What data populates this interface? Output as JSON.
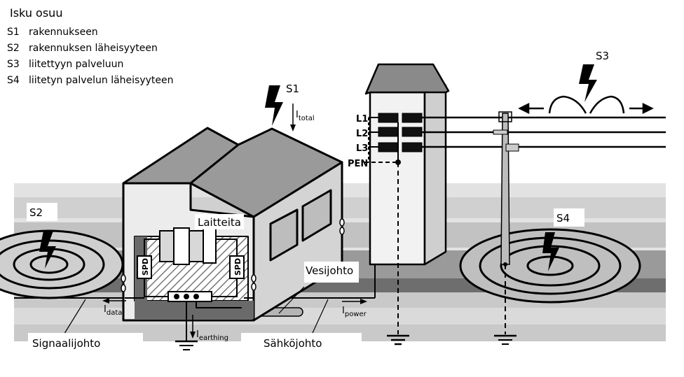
{
  "legend": {
    "title": "Isku osuu",
    "items": [
      {
        "code": "S1",
        "text": "rakennukseen"
      },
      {
        "code": "S2",
        "text": "rakennuksen läheisyyteen"
      },
      {
        "code": "S3",
        "text": "liitettyyn palveluun"
      },
      {
        "code": "S4",
        "text": "liitetyn palvelun läheisyyteen"
      }
    ]
  },
  "strikes": {
    "s1": "S1",
    "s2": "S2",
    "s3": "S3",
    "s4": "S4"
  },
  "currents": {
    "total": {
      "sym": "I",
      "sub": "total"
    },
    "data": {
      "sym": "I",
      "sub": "data"
    },
    "earthing": {
      "sym": "I",
      "sub": "earthing"
    },
    "power": {
      "sym": "I",
      "sub": "power"
    }
  },
  "building": {
    "equipment_label": "Laitteita",
    "spd_label": "SPD"
  },
  "phases": {
    "l1": "L1",
    "l2": "L2",
    "l3": "L3",
    "pen": "PEN"
  },
  "lines": {
    "water": "Vesijohto",
    "signal": "Signaalijohto",
    "power": "Sähköjohto"
  },
  "colors": {
    "ground_light": "#e4e4e4",
    "ground_mid": "#bdbdbd",
    "ground_dark": "#6e6e6e",
    "roof": "#8a8a8a",
    "wall": "#dcdcdc"
  }
}
